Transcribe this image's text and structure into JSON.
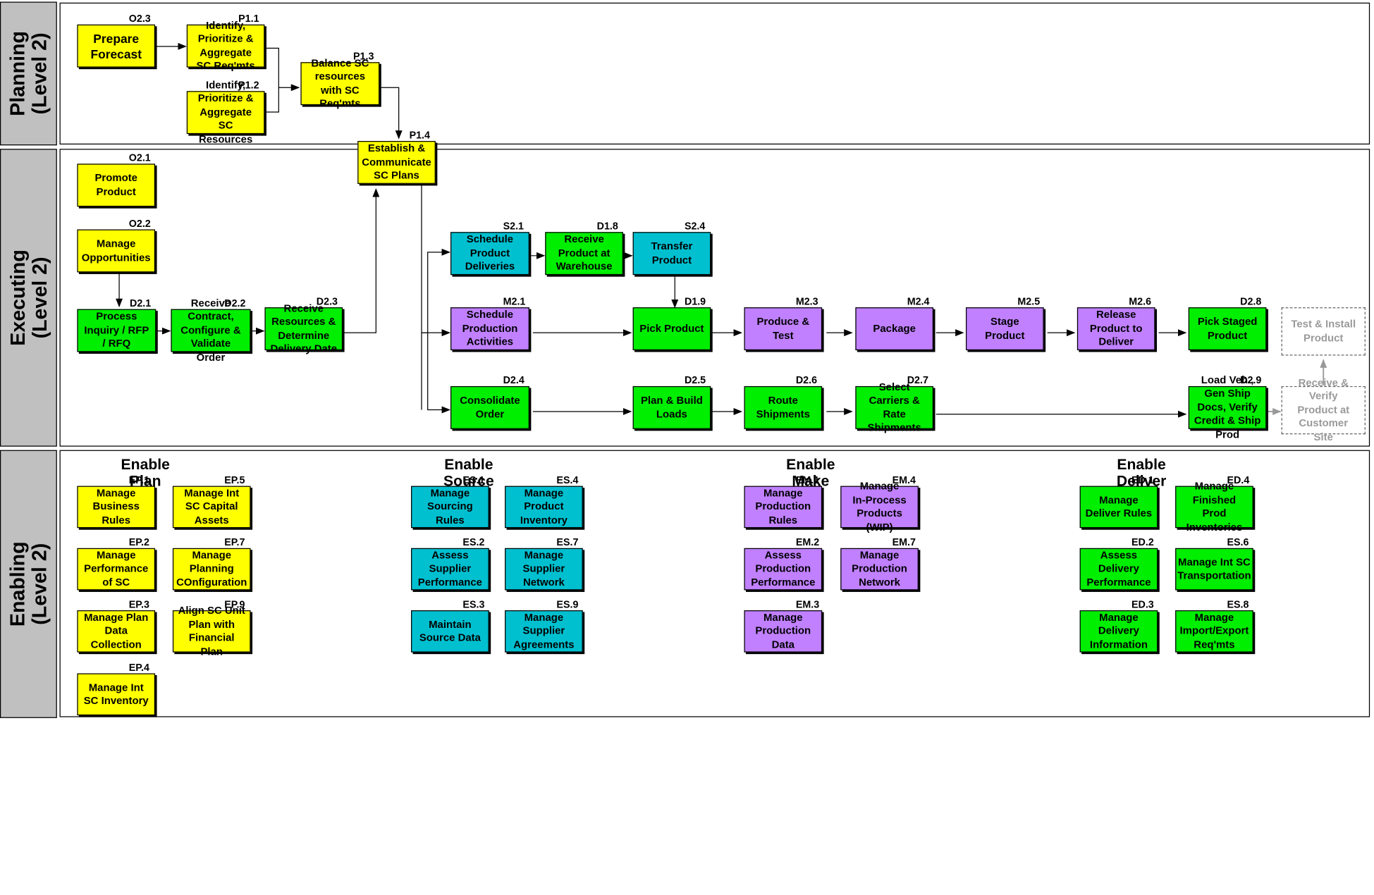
{
  "colors": {
    "planning": "#ffff00",
    "sourcing": "#00c0d0",
    "making": "#c080ff",
    "delivering": "#00ee00",
    "lane_label_bg": "#c0c0c0"
  },
  "lanes": {
    "planning": "Planning\n(Level 2)",
    "executing": "Executing\n(Level 2)",
    "enabling": "Enabling\n(Level 2)"
  },
  "enable_headings": {
    "plan": "Enable\nPlan",
    "source": "Enable\nSource",
    "make": "Enable\nMake",
    "deliver": "Enable\nDeliver"
  },
  "processes": [
    {
      "id": "O2.3",
      "label": "Prepare\nForecast",
      "color": "planning",
      "interactive": true
    },
    {
      "id": "P1.1",
      "label": "Identify,\nPrioritize &\nAggregate\nSC Req'mts",
      "color": "planning",
      "interactive": true
    },
    {
      "id": "P1.2",
      "label": "Identify,\nPrioritize &\nAggregate\nSC\nResources",
      "color": "planning",
      "interactive": true
    },
    {
      "id": "P1.3",
      "label": "Balance SC\nresources\nwith SC\nReq'mts",
      "color": "planning",
      "interactive": true
    },
    {
      "id": "P1.4",
      "label": "Establish &\nCommunicate\nSC Plans",
      "color": "planning",
      "interactive": true
    },
    {
      "id": "O2.1",
      "label": "Promote\nProduct",
      "color": "planning",
      "interactive": true
    },
    {
      "id": "O2.2",
      "label": "Manage\nOpportunities",
      "color": "planning",
      "interactive": true
    },
    {
      "id": "D2.1",
      "label": "Process\nInquiry / RFP\n/ RFQ",
      "color": "delivering",
      "interactive": true
    },
    {
      "id": "D2.2",
      "label": "Receive\nContract,\nConfigure &\nValidate\nOrder",
      "color": "delivering",
      "interactive": true
    },
    {
      "id": "D2.3",
      "label": "Receive\nResources &\nDetermine\nDelivery Date",
      "color": "delivering",
      "interactive": true
    },
    {
      "id": "S2.1",
      "label": "Schedule\nProduct\nDeliveries",
      "color": "sourcing",
      "interactive": true
    },
    {
      "id": "D1.8",
      "label": "Receive\nProduct at\nWarehouse",
      "color": "delivering",
      "interactive": true
    },
    {
      "id": "S2.4",
      "label": "Transfer\nProduct",
      "color": "sourcing",
      "interactive": true
    },
    {
      "id": "M2.1",
      "label": "Schedule\nProduction\nActivities",
      "color": "making",
      "interactive": true
    },
    {
      "id": "D1.9",
      "label": "Pick Product",
      "color": "delivering",
      "interactive": true
    },
    {
      "id": "M2.3",
      "label": "Produce &\nTest",
      "color": "making",
      "interactive": true
    },
    {
      "id": "M2.4",
      "label": "Package",
      "color": "making",
      "interactive": true
    },
    {
      "id": "M2.5",
      "label": "Stage\nProduct",
      "color": "making",
      "interactive": true
    },
    {
      "id": "M2.6",
      "label": "Release\nProduct to\nDeliver",
      "color": "making",
      "interactive": true
    },
    {
      "id": "D2.8",
      "label": "Pick Staged\nProduct",
      "color": "delivering",
      "interactive": true
    },
    {
      "id": "",
      "label": "Test & Install\nProduct",
      "color": "ghost",
      "interactive": false
    },
    {
      "id": "D2.4",
      "label": "Consolidate\nOrder",
      "color": "delivering",
      "interactive": true
    },
    {
      "id": "D2.5",
      "label": "Plan & Build\nLoads",
      "color": "delivering",
      "interactive": true
    },
    {
      "id": "D2.6",
      "label": "Route\nShipments",
      "color": "delivering",
      "interactive": true
    },
    {
      "id": "D2.7",
      "label": "Select\nCarriers &\nRate\nShipments",
      "color": "delivering",
      "interactive": true
    },
    {
      "id": "D2.9",
      "label": "Load Veh.,\nGen Ship\nDocs, Verify\nCredit & Ship\nProd",
      "color": "delivering",
      "interactive": true
    },
    {
      "id": "",
      "label": "Receive &\nVerify\nProduct at\nCustomer\nSite",
      "color": "ghost",
      "interactive": false
    },
    {
      "id": "EP.1",
      "label": "Manage\nBusiness\nRules",
      "color": "planning",
      "interactive": true
    },
    {
      "id": "EP.5",
      "label": "Manage Int\nSC Capital\nAssets",
      "color": "planning",
      "interactive": true
    },
    {
      "id": "EP.2",
      "label": "Manage\nPerformance\nof SC",
      "color": "planning",
      "interactive": true
    },
    {
      "id": "EP.7",
      "label": "Manage\nPlanning\nCOnfiguration",
      "color": "planning",
      "interactive": true
    },
    {
      "id": "EP.3",
      "label": "Manage Plan\nData\nCollection",
      "color": "planning",
      "interactive": true
    },
    {
      "id": "EP.9",
      "label": "Align SC Unit\nPlan with\nFinancial\nPlan",
      "color": "planning",
      "interactive": true
    },
    {
      "id": "EP.4",
      "label": "Manage Int\nSC Inventory",
      "color": "planning",
      "interactive": true
    },
    {
      "id": "ES.1",
      "label": "Manage\nSourcing\nRules",
      "color": "sourcing",
      "interactive": true
    },
    {
      "id": "ES.4",
      "label": "Manage\nProduct\nInventory",
      "color": "sourcing",
      "interactive": true
    },
    {
      "id": "ES.2",
      "label": "Assess\nSupplier\nPerformance",
      "color": "sourcing",
      "interactive": true
    },
    {
      "id": "ES.7",
      "label": "Manage\nSupplier\nNetwork",
      "color": "sourcing",
      "interactive": true
    },
    {
      "id": "ES.3",
      "label": "Maintain\nSource Data",
      "color": "sourcing",
      "interactive": true
    },
    {
      "id": "ES.9",
      "label": "Manage\nSupplier\nAgreements",
      "color": "sourcing",
      "interactive": true
    },
    {
      "id": "EM.1",
      "label": "Manage\nProduction\nRules",
      "color": "making",
      "interactive": true
    },
    {
      "id": "EM.4",
      "label": "Manage\nIn-Process\nProducts\n(WIP)",
      "color": "making",
      "interactive": true
    },
    {
      "id": "EM.2",
      "label": "Assess\nProduction\nPerformance",
      "color": "making",
      "interactive": true
    },
    {
      "id": "EM.7",
      "label": "Manage\nProduction\nNetwork",
      "color": "making",
      "interactive": true
    },
    {
      "id": "EM.3",
      "label": "Manage\nProduction\nData",
      "color": "making",
      "interactive": true
    },
    {
      "id": "ED.1",
      "label": "Manage\nDeliver Rules",
      "color": "delivering",
      "interactive": true
    },
    {
      "id": "ED.4",
      "label": "Manage\nFinished\nProd\nInventories",
      "color": "delivering",
      "interactive": true
    },
    {
      "id": "ED.2",
      "label": "Assess\nDelivery\nPerformance",
      "color": "delivering",
      "interactive": true
    },
    {
      "id": "ES.6",
      "label": "Manage Int SC\nTransportation",
      "color": "delivering",
      "interactive": true
    },
    {
      "id": "ED.3",
      "label": "Manage\nDelivery\nInformation",
      "color": "delivering",
      "interactive": true
    },
    {
      "id": "ES.8",
      "label": "Manage\nImport/Export\nReq'mts",
      "color": "delivering",
      "interactive": true
    }
  ]
}
